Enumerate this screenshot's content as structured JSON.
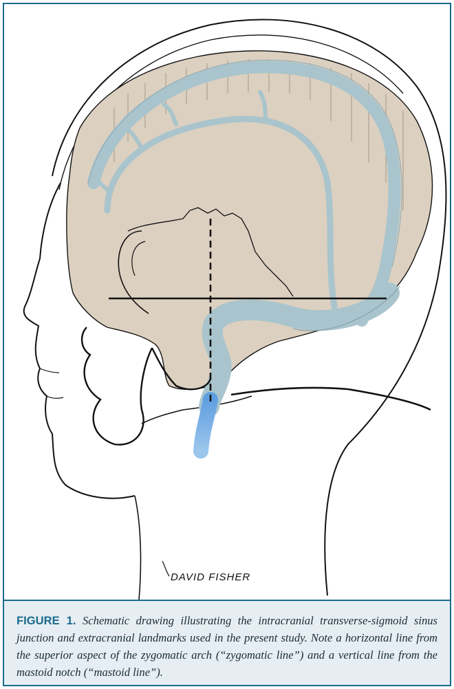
{
  "illustration": {
    "artist_signature": "DAVID FISHER",
    "colors": {
      "brain": "#dcd0c0",
      "sinus": "#a9c4cc",
      "jugular": "#6ea6dc",
      "line": "#111111"
    }
  },
  "caption": {
    "label": "FIGURE 1.",
    "text": "Schematic drawing illustrating the intracranial transverse-sigmoid sinus junction and extracranial landmarks used in the present study. Note a horizontal line from the superior aspect of the zygomatic arch (“zygomatic line”) and a vertical line from the mastoid notch (“mastoid line”)."
  },
  "colors": {
    "frame": "#1a6a8a",
    "caption_bg": "#e6eef3"
  }
}
